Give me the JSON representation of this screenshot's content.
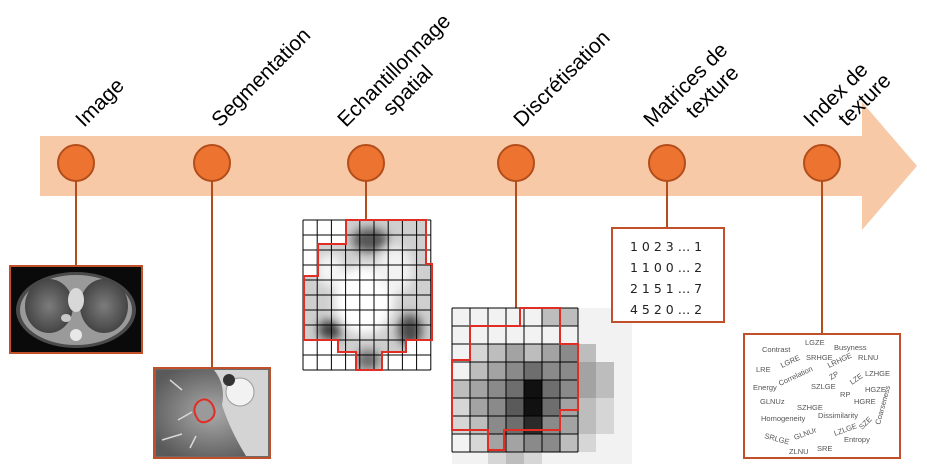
{
  "steps": [
    {
      "label_lines": [
        "Image"
      ]
    },
    {
      "label_lines": [
        "Segmentation"
      ]
    },
    {
      "label_lines": [
        "Echantillonnage",
        "spatial"
      ]
    },
    {
      "label_lines": [
        "Discrétisation"
      ]
    },
    {
      "label_lines": [
        "Matrices de",
        "texture"
      ]
    },
    {
      "label_lines": [
        "Index de",
        "texture"
      ]
    }
  ],
  "matrix_rows": [
    "1 0 2 3 … 1",
    "1 1 0 0 … 2",
    "2 1 5 1 … 7",
    "4 5 2 0 … 2"
  ],
  "texture_features": [
    "Contrast",
    "LGZE",
    "Busyness",
    "LGRE",
    "SRHGE",
    "RLNU",
    "LRHGE",
    "LRE",
    "ZP",
    "LZHGE",
    "Correlation",
    "Energy",
    "SZLGE",
    "RP",
    "LZE",
    "HGZE",
    "GLNUz",
    "HGRE",
    "SZHGE",
    "Dissimilarity",
    "Coarseness",
    "Homogeneity",
    "SZE",
    "GLNUr",
    "LZLGE",
    "SRLGE",
    "Entropy",
    "ZLNU",
    "SRE"
  ],
  "colors": {
    "arrow": "#f8c9a6",
    "node_fill": "#ec7430",
    "node_stroke": "#b44d1c",
    "frame": "#c0502a",
    "roi": "#e22d24"
  }
}
